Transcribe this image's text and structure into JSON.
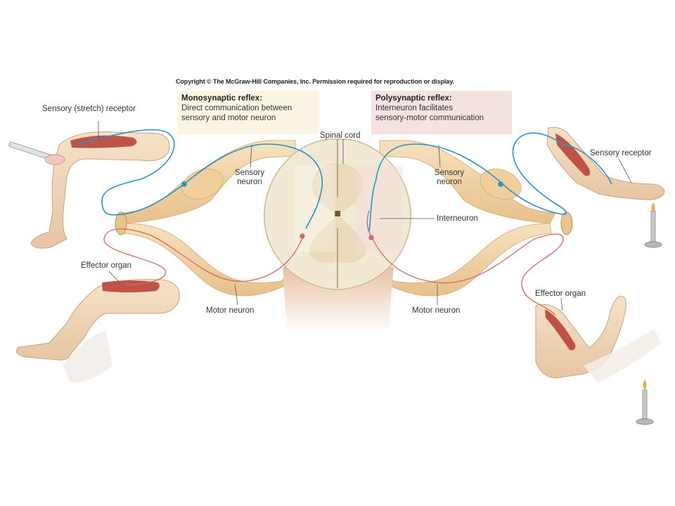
{
  "copyright": "Copyright © The McGraw-Hill Companies, Inc. Permission required for reproduction or display.",
  "mono_box": {
    "heading": "Monosynaptic reflex:",
    "line1": "Direct communication between",
    "line2": "sensory and motor neuron"
  },
  "poly_box": {
    "heading": "Polysynaptic reflex:",
    "line1": "Interneuron facilitates",
    "line2": "sensory-motor communication"
  },
  "labels": {
    "sensory_stretch_receptor": "Sensory (stretch) receptor",
    "effector_organ_left": "Effector organ",
    "spinal_cord": "Spinal cord",
    "sensory_neuron_left_1": "Sensory",
    "sensory_neuron_left_2": "neuron",
    "sensory_neuron_right_1": "Sensory",
    "sensory_neuron_right_2": "neuron",
    "motor_neuron_left": "Motor neuron",
    "motor_neuron_right": "Motor neuron",
    "interneuron": "Interneuron",
    "sensory_receptor_right": "Sensory receptor",
    "effector_organ_right": "Effector organ"
  },
  "colors": {
    "nerve": "#f0d3a6",
    "nerve_edge": "#d9b27c",
    "sensory_fiber": "#2a93c4",
    "motor_fiber": "#d46a5c",
    "skin": "#f3dcc0",
    "muscle": "#b8443a",
    "cord": "#efe6cf",
    "grey_matter": "#e8dcc0",
    "leader": "#555555"
  }
}
